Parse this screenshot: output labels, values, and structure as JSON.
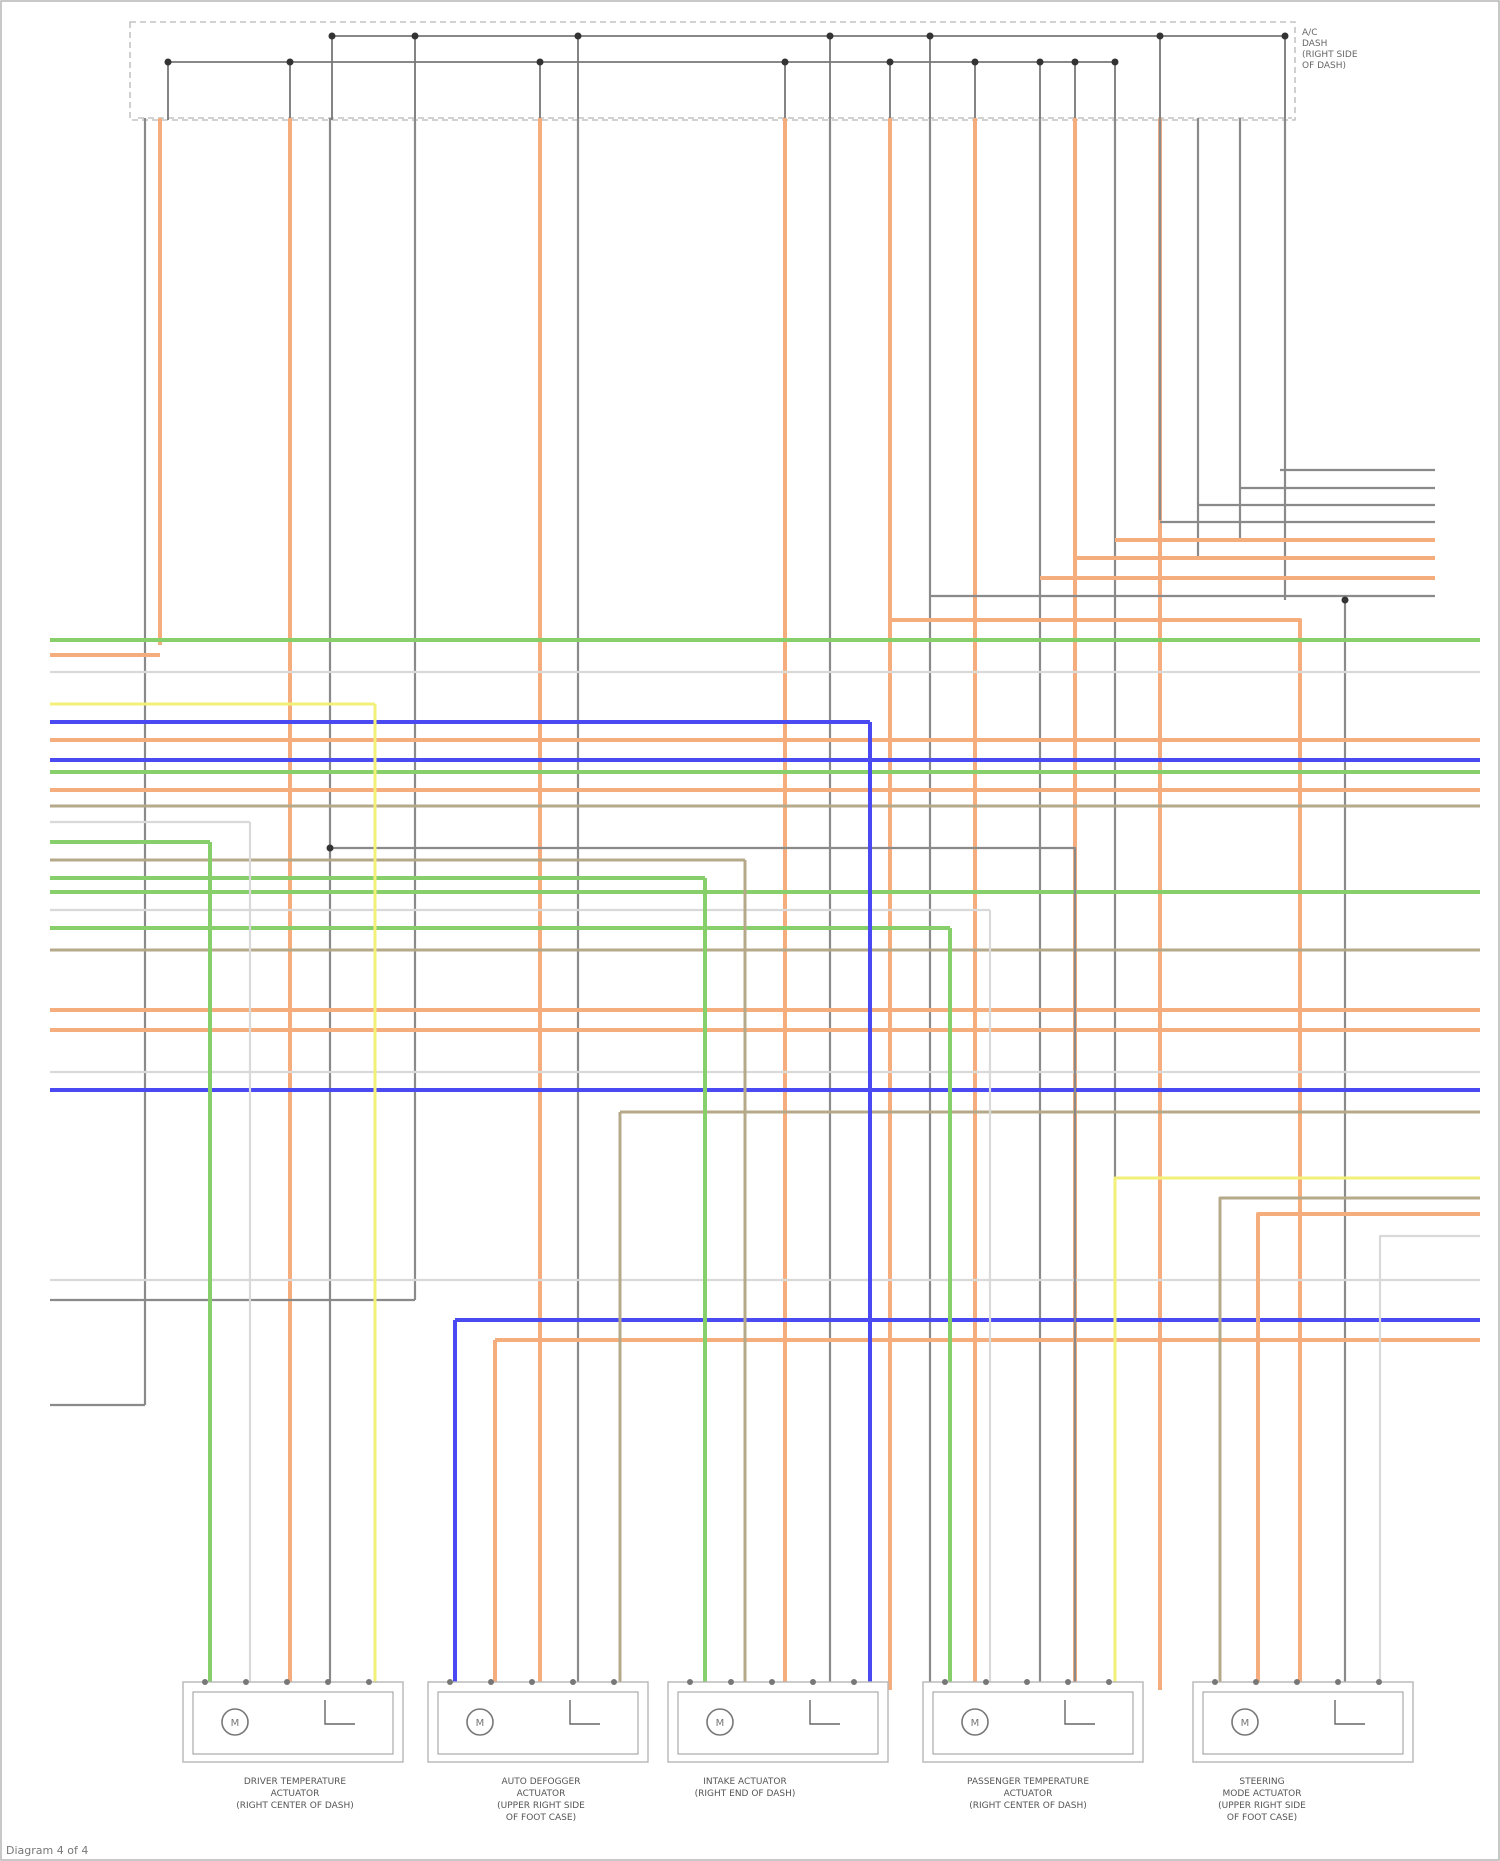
{
  "diagram": {
    "top_label": [
      "A/C",
      "DASH",
      "(RIGHT SIDE",
      "OF DASH)"
    ],
    "page_id": "Diagram 4 of 4",
    "colors": {
      "orange": "#f5ad7e",
      "gray": "#8a8a8a",
      "green": "#86cf6a",
      "blue": "#4a4af2",
      "yellow": "#f3f07a",
      "white_wire": "#d9d9d9",
      "tan": "#b5a98a",
      "frame": "#b6b6b6"
    },
    "actuators": [
      {
        "lines": [
          "DRIVER TEMPERATURE",
          "ACTUATOR",
          "(RIGHT CENTER OF DASH)"
        ]
      },
      {
        "lines": [
          "AUTO DEFOGGER",
          "ACTUATOR",
          "(UPPER RIGHT SIDE",
          "OF FOOT CASE)"
        ]
      },
      {
        "lines": [
          "INTAKE ACTUATOR",
          "(RIGHT END OF DASH)"
        ]
      },
      {
        "lines": [
          "PASSENGER TEMPERATURE",
          "ACTUATOR",
          "(RIGHT CENTER OF DASH)"
        ]
      },
      {
        "lines": [
          "STEERING",
          "MODE ACTUATOR",
          "(UPPER RIGHT SIDE",
          "OF FOOT CASE)"
        ]
      }
    ]
  }
}
